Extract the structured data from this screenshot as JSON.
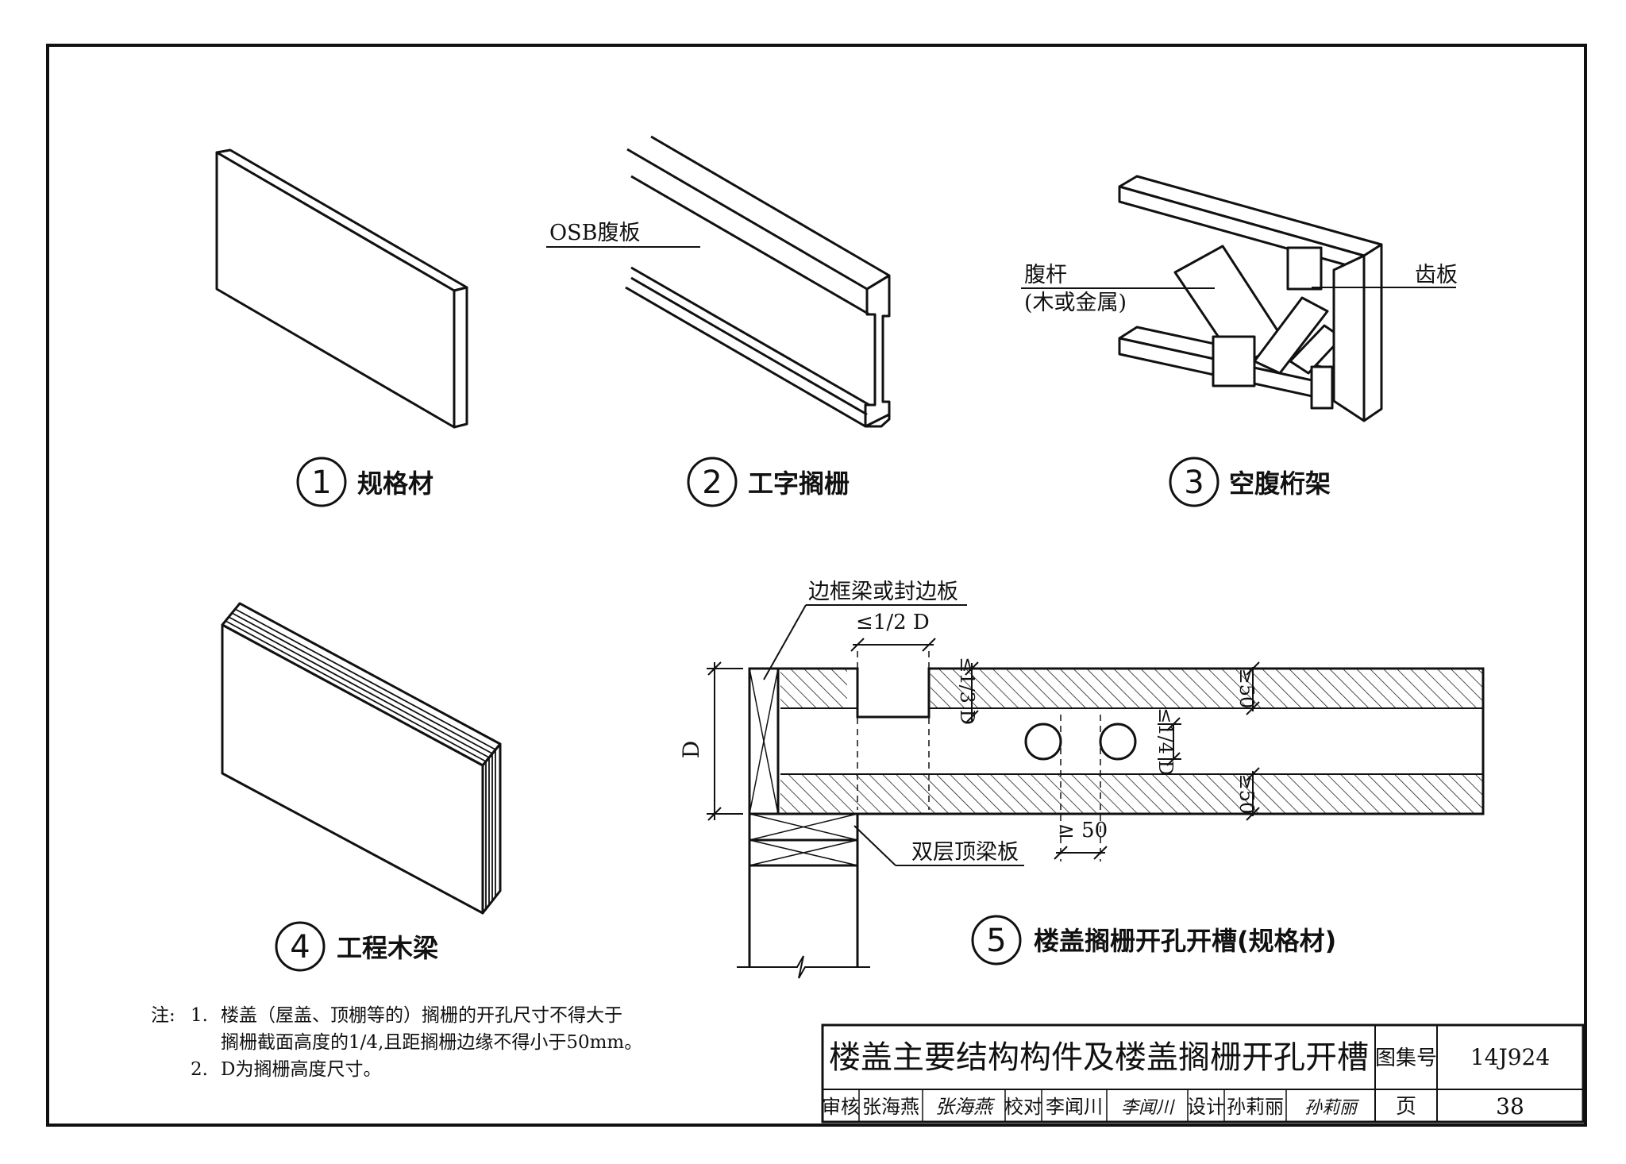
{
  "figures": {
    "f1": {
      "number": "1",
      "caption": "规格材"
    },
    "f2": {
      "number": "2",
      "caption": "工字搁栅",
      "osb_label": "OSB腹板"
    },
    "f3": {
      "number": "3",
      "caption": "空腹桁架",
      "web_label": "腹杆",
      "web_material": "(木或金属)",
      "plate_label": "齿板"
    },
    "f4": {
      "number": "4",
      "caption": "工程木梁"
    },
    "f5": {
      "number": "5",
      "caption": "楼盖搁栅开孔开槽(规格材)",
      "rim_label": "边框梁或封边板",
      "plate_label": "双层顶梁板",
      "notch_width": "≤1/2 D",
      "notch_depth": "≤1/3 D",
      "hole_dia": "≤1/4 D",
      "edge_top": "≥50",
      "edge_bottom": "≥50",
      "hole_spacing": "≥ 50",
      "depth": "D"
    }
  },
  "notes": {
    "prefix": "注:",
    "items": [
      {
        "num": "1.",
        "line1": "楼盖（屋盖、顶棚等的）搁栅的开孔尺寸不得大于",
        "line2": "搁栅截面高度的1/4,且距搁栅边缘不得小于50mm。"
      },
      {
        "num": "2.",
        "line1": "D为搁栅高度尺寸。"
      }
    ]
  },
  "title_block": {
    "title": "楼盖主要结构构件及楼盖搁栅开孔开槽",
    "atlas_label": "图集号",
    "atlas_no": "14J924",
    "page_label": "页",
    "page_no": "38",
    "review_label": "审核",
    "reviewer": "张海燕",
    "reviewer_sign": "张海燕",
    "check_label": "校对",
    "checker": "李闻川",
    "checker_sign": "李闻川",
    "design_label": "设计",
    "designer": "孙莉丽",
    "designer_sign": "孙莉丽"
  }
}
